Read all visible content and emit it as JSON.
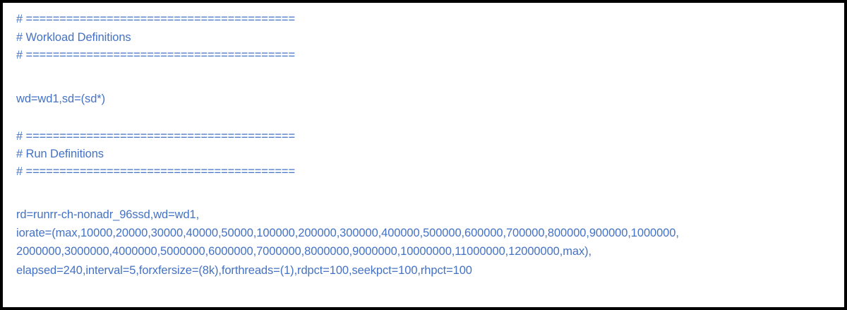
{
  "colors": {
    "text": "#4472c4",
    "border": "#000000"
  },
  "lines": [
    "# ========================================",
    "# Workload Definitions",
    "# ========================================",
    "wd=wd1,sd=(sd*)",
    "# ========================================",
    "# Run Definitions",
    "# ========================================",
    "rd=runrr-ch-nonadr_96ssd,wd=wd1,",
    "iorate=(max,10000,20000,30000,40000,50000,100000,200000,300000,400000,500000,600000,700000,800000,900000,1000000,",
    "2000000,3000000,4000000,5000000,6000000,7000000,8000000,9000000,10000000,11000000,12000000,max),",
    "elapsed=240,interval=5,forxfersize=(8k),forthreads=(1),rdpct=100,seekpct=100,rhpct=100"
  ]
}
